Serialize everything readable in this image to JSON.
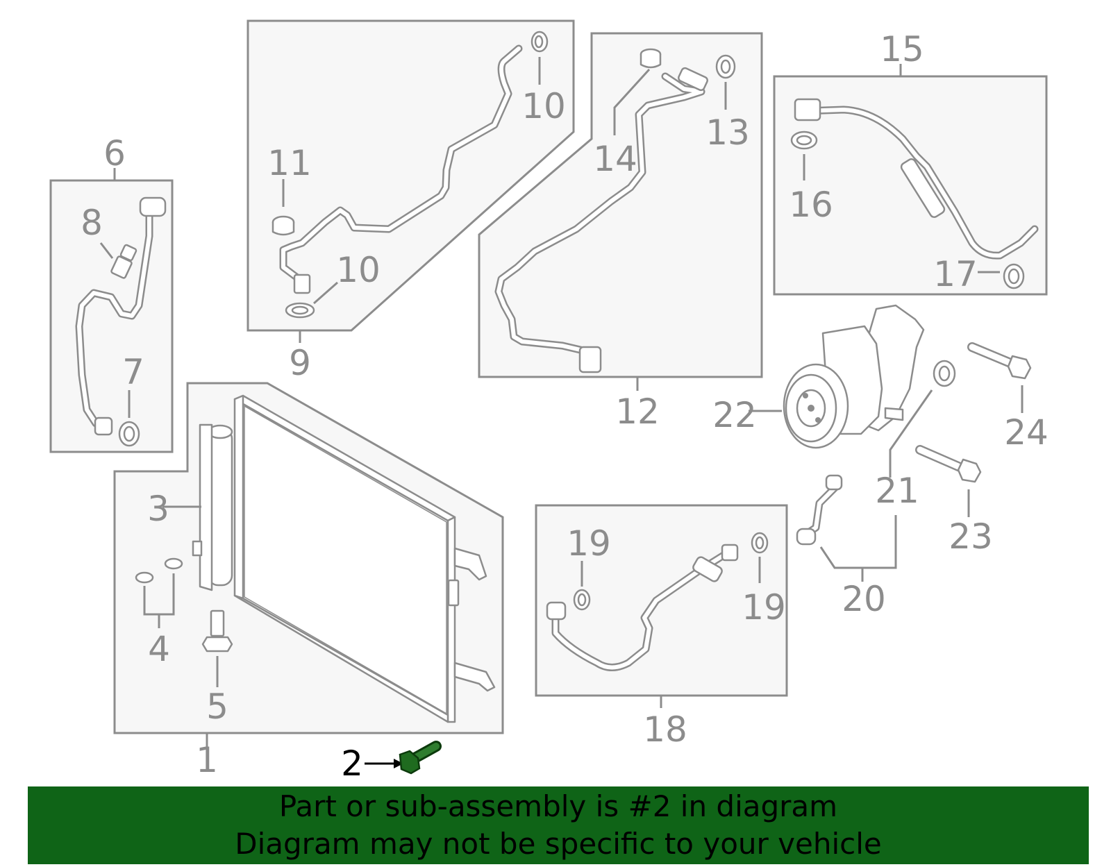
{
  "diagram": {
    "selected_part": "2",
    "colors": {
      "line": "#8c8c8c",
      "panel": "#f7f7f7",
      "selected": "#1f6b1f",
      "banner": "#0f6417"
    },
    "callouts": {
      "n1": "1",
      "n2": "2",
      "n3": "3",
      "n4": "4",
      "n5": "5",
      "n6": "6",
      "n7": "7",
      "n8": "8",
      "n9": "9",
      "n10a": "10",
      "n10b": "10",
      "n11": "11",
      "n12": "12",
      "n13": "13",
      "n14": "14",
      "n15": "15",
      "n16": "16",
      "n17": "17",
      "n18": "18",
      "n19a": "19",
      "n19b": "19",
      "n20": "20",
      "n21": "21",
      "n22": "22",
      "n23": "23",
      "n24": "24"
    }
  },
  "banner": {
    "line1": "Part or sub-assembly is #2 in diagram",
    "line2": "Diagram may not be specific to your vehicle"
  }
}
